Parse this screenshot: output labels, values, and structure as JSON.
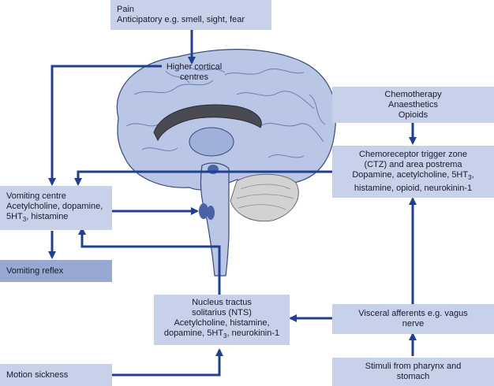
{
  "boxes": {
    "pain": {
      "line1": "Pain",
      "line2": "Anticipatory e.g. smell, sight, fear"
    },
    "higher_cortical": {
      "line1": "Higher cortical",
      "line2": "centres"
    },
    "chemo": {
      "line1": "Chemotherapy",
      "line2": "Anaesthetics",
      "line3": "Opioids"
    },
    "ctz": {
      "line1": "Chemoreceptor trigger zone",
      "line2": "(CTZ) and area postrema",
      "line3": "Dopamine, acetylcholine, 5HT",
      "line3_sub": "3",
      "line3_end": ",",
      "line4": "histamine, opioid, neurokinin-1"
    },
    "vomiting_centre": {
      "line1": "Vomiting centre",
      "line2": "Acetylcholine, dopamine,",
      "line3": "5HT",
      "line3_sub": "3",
      "line3_end": ", histamine"
    },
    "vomiting_reflex": {
      "line1": "Vomiting reflex"
    },
    "nts": {
      "line1": "Nucleus tractus",
      "line2": "solitarius (NTS)",
      "line3": "Acetylcholine, histamine,",
      "line4": "dopamine, 5HT",
      "line4_sub": "3",
      "line4_end": ", neurokinin-1"
    },
    "visceral": {
      "line1": "Visceral afferents e.g. vagus",
      "line2": "nerve"
    },
    "motion": {
      "line1": "Motion sickness"
    },
    "stimuli": {
      "line1": "Stimuli from pharynx and",
      "line2": "stomach"
    }
  },
  "colors": {
    "box": "#c7d1ea",
    "box_dark": "#98a8d2",
    "arrow": "#1f3f8f",
    "brain": "#b9c6e6",
    "brain_outline": "#3a4a7a",
    "cerebellum": "#d2d2d2"
  }
}
